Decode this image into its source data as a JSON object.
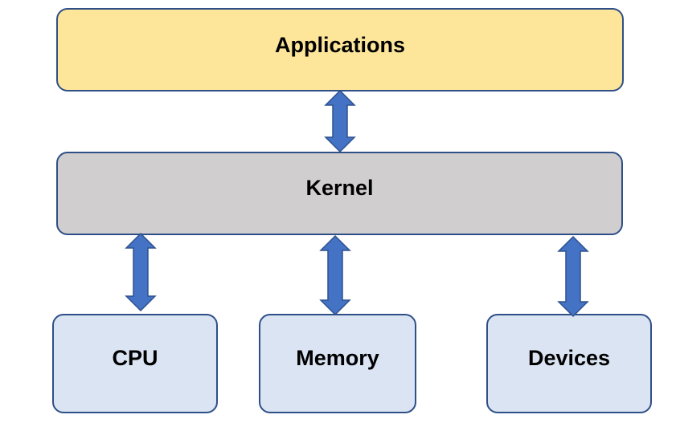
{
  "colors": {
    "applications_fill": "#fde69a",
    "kernel_fill": "#d0cece",
    "hardware_fill": "#dbe4f3",
    "box_border": "#2f4f87",
    "arrow_fill": "#4472c4"
  },
  "applications": {
    "label": "Applications"
  },
  "kernel": {
    "label": "Kernel"
  },
  "hardware": [
    {
      "label": "CPU"
    },
    {
      "label": "Memory"
    },
    {
      "label": "Devices"
    }
  ],
  "connections": [
    {
      "from": "Applications",
      "to": "Kernel",
      "direction": "bidirectional"
    },
    {
      "from": "Kernel",
      "to": "CPU",
      "direction": "bidirectional"
    },
    {
      "from": "Kernel",
      "to": "Memory",
      "direction": "bidirectional"
    },
    {
      "from": "Kernel",
      "to": "Devices",
      "direction": "bidirectional"
    }
  ]
}
